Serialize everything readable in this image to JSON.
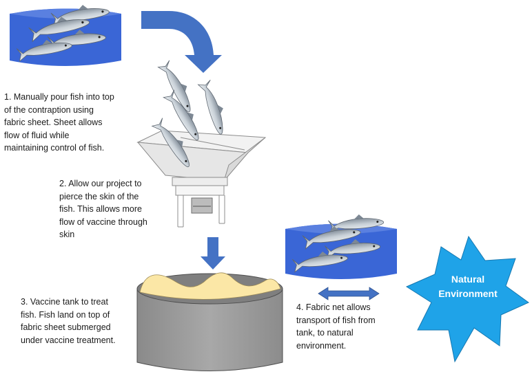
{
  "steps": {
    "step1": "1. Manually pour fish into top\nof the contraption using\nfabric sheet. Sheet allows\nflow of fluid while\nmaintaining control of fish.",
    "step2": "2. Allow our project to\npierce the skin of the\nfish. This allows more\nflow of vaccine through\nskin",
    "step3": "3. Vaccine tank to treat\nfish. Fish land on top of\nfabric sheet submerged\nunder vaccine treatment.",
    "step4": "4. Fabric net allows\ntransport of fish from\ntank, to natural\nenvironment."
  },
  "natural_environment": "Natural\nEnvironment",
  "colors": {
    "water": "#3a66d6",
    "arrow": "#4472c4",
    "star": "#1fa3e8",
    "vaccine_liquid": "#fbe7a6",
    "tank": "#9e9e9e",
    "fish": "#aab4bd"
  }
}
